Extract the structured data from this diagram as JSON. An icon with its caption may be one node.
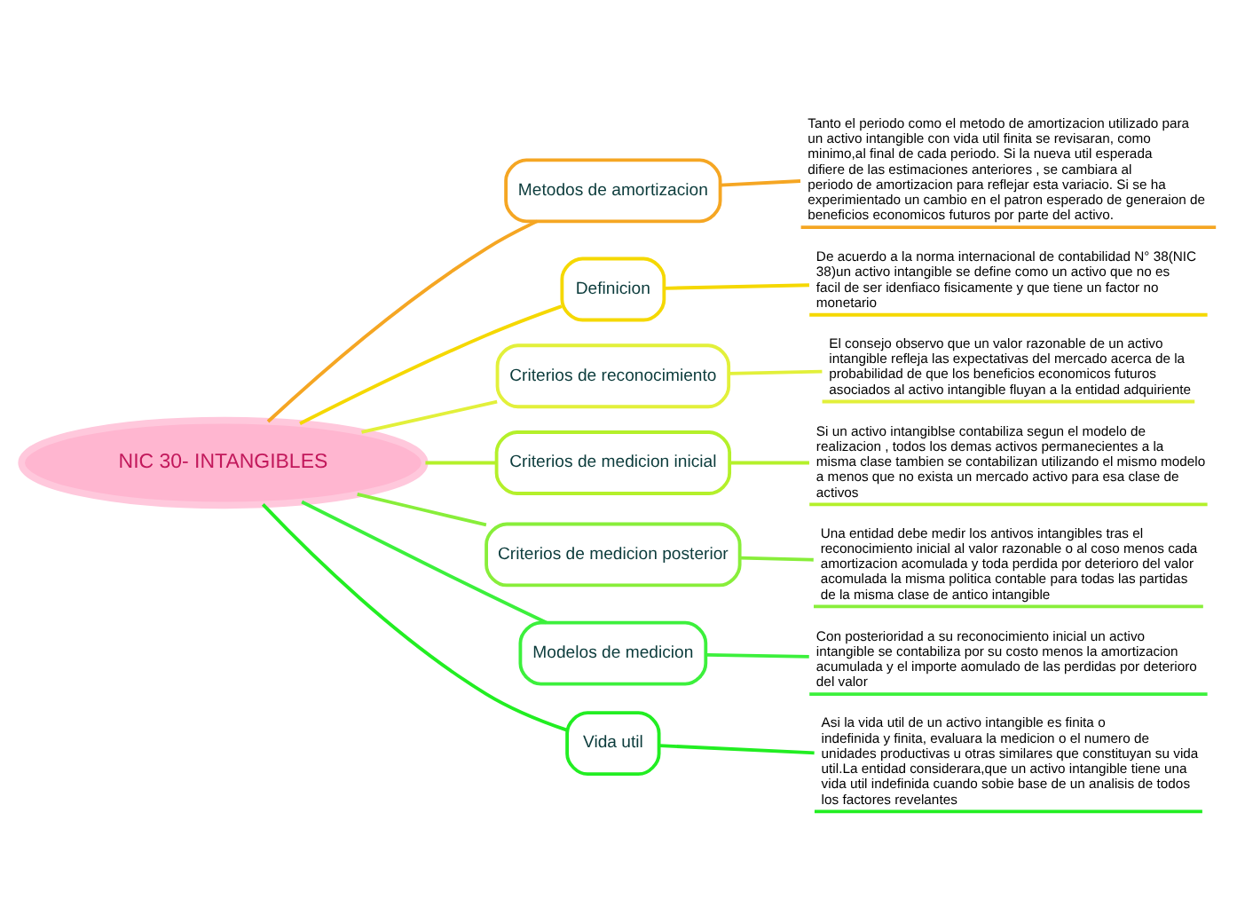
{
  "diagram": {
    "nodes": [
      {
        "text": [
          "NIC 30- INTANGIBLES"
        ]
      },
      {
        "text": [
          "Metodos de amortizacion"
        ]
      },
      {
        "text": [
          "Tanto el periodo como el metodo de amortizacion utilizado para un activo intangible con vida util finita se revisaran, como minimo,al final de cada periodo. Si la nueva util esperada difiere de las estimaciones anteriores , se cambiara al periodo de amortizacion para reflejar esta variacio. Si se ha experimientado un cambio en el patron esperado de generaion de beneficios economicos futuros por parte del activo."
        ]
      },
      {
        "text": [
          "Definicion"
        ]
      },
      {
        "text": [
          "De acuerdo a la norma internacional de contabilidad N° 38(NIC 38)un activo intangible se define como un activo que no es facil de ser idenfiaco fisicamente y que tiene un factor no monetario"
        ]
      },
      {
        "text": [
          "Criterios de reconocimiento"
        ]
      },
      {
        "text": [
          "El consejo observo que un valor razonable de un activo intangible refleja las expectativas del mercado acerca de la probabilidad de que los beneficios economicos futuros asociados al activo intangible fluyan a la entidad adquiriente"
        ]
      },
      {
        "text": [
          "Criterios de medicion inicial"
        ]
      },
      {
        "text": [
          "Si un activo intangiblse contabiliza segun el modelo de realizacion , todos los demas activos permanecientes a la misma clase tambien se contabilizan utilizando el mismo modelo a menos que no exista un mercado activo para esa clase de activos"
        ]
      },
      {
        "text": [
          "Criterios de medicion posterior"
        ]
      },
      {
        "text": [
          "Una entidad debe medir los antivos intangibles tras el reconocimiento inicial al valor razonable o al coso menos cada amortizacion acomulada y toda perdida por deterioro del valor acomulada la misma politica contable para todas las partidas de la misma clase de antico intangible"
        ]
      },
      {
        "text": [
          "Modelos de medicion"
        ]
      },
      {
        "text": [
          "Con posterioridad a su reconocimiento inicial un activo intangible se contabiliza por su costo menos la amortizacion acumulada y el importe aomulado de las perdidas por deterioro del valor"
        ]
      },
      {
        "text": [
          "Vida util"
        ]
      },
      {
        "text": [
          "Asi la vida util de un activo intangible es finita o indefinida y finita, evaluara la medicion o el numero de unidades productivas u otras similares que constituyan su vida util.La entidad considerara,que un activo intangible tiene una vida util indefinida cuando sobie base de un analisis de todos los factores revelantes"
        ]
      }
    ],
    "edges": [
      {
        "from": 0,
        "to": 1,
        "arrow": "none",
        "color": "#f5a623"
      },
      {
        "from": 1,
        "to": 2,
        "arrow": "none",
        "color": "#f5a623"
      },
      {
        "from": 0,
        "to": 3,
        "arrow": "none",
        "color": "#f5d800"
      },
      {
        "from": 3,
        "to": 4,
        "arrow": "none",
        "color": "#f5d800"
      },
      {
        "from": 0,
        "to": 5,
        "arrow": "none",
        "color": "#e2f03a"
      },
      {
        "from": 5,
        "to": 6,
        "arrow": "none",
        "color": "#e2f03a"
      },
      {
        "from": 0,
        "to": 7,
        "arrow": "none",
        "color": "#b4f02a"
      },
      {
        "from": 7,
        "to": 8,
        "arrow": "none",
        "color": "#b4f02a"
      },
      {
        "from": 0,
        "to": 9,
        "arrow": "none",
        "color": "#88ee3a"
      },
      {
        "from": 9,
        "to": 10,
        "arrow": "none",
        "color": "#88ee3a"
      },
      {
        "from": 0,
        "to": 11,
        "arrow": "none",
        "color": "#3cf03c"
      },
      {
        "from": 11,
        "to": 12,
        "arrow": "none",
        "color": "#3cf03c"
      },
      {
        "from": 0,
        "to": 13,
        "arrow": "none",
        "color": "#22ee22"
      },
      {
        "from": 13,
        "to": 14,
        "arrow": "none",
        "color": "#22ee22"
      }
    ]
  }
}
